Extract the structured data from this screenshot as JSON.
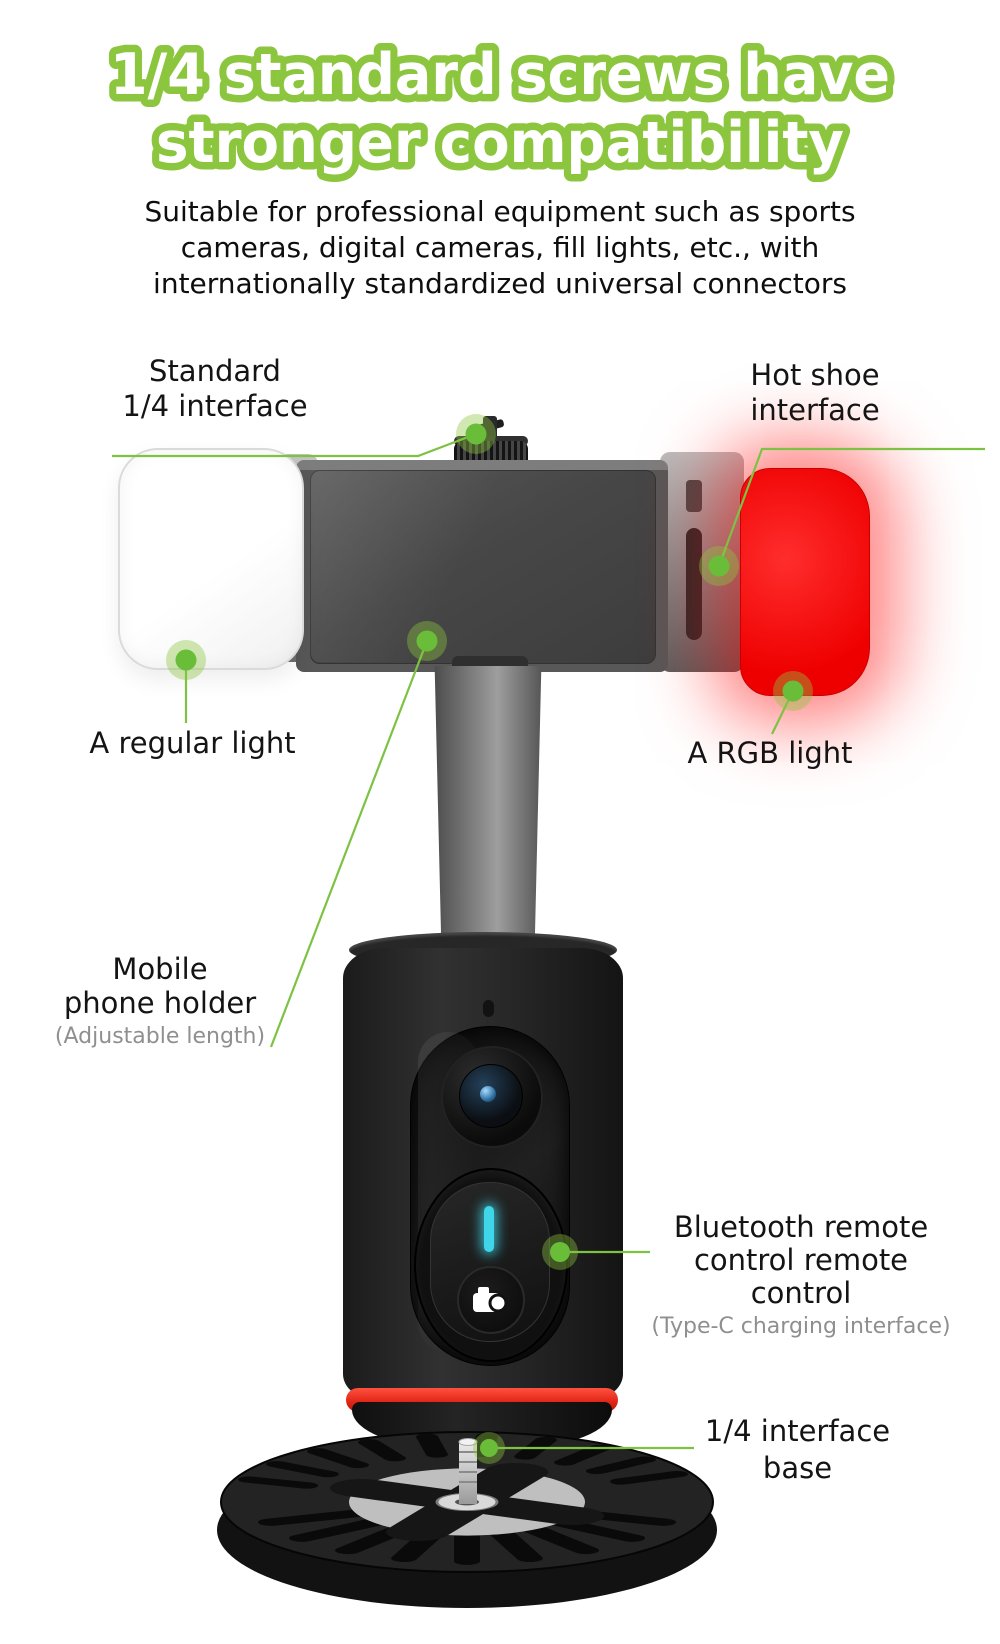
{
  "title": {
    "line1": "1/4 standard screws have",
    "line2": "stronger compatibility",
    "fill": "#ffffff",
    "outline": "#8CC63E"
  },
  "subtitle": {
    "line1": "Suitable for professional equipment such as sports",
    "line2": "cameras, digital cameras, fill lights, etc., with",
    "line3": "internationally standardized universal connectors"
  },
  "callouts": {
    "standard_interface": {
      "line1": "Standard",
      "line2": "1/4 interface"
    },
    "hot_shoe": {
      "line1": "Hot shoe",
      "line2": "interface"
    },
    "regular_light": {
      "label": "A regular light"
    },
    "rgb_light": {
      "label": "A RGB light"
    },
    "phone_holder": {
      "line1": "Mobile",
      "line2": "phone holder",
      "note": "(Adjustable length)"
    },
    "bluetooth_remote": {
      "line1": "Bluetooth remote",
      "line2": "control remote control",
      "note": "(Type-C charging interface)"
    },
    "base": {
      "line1": "1/4 interface",
      "line2": "base"
    }
  },
  "colors": {
    "title_green": "#8CC63E",
    "accent_green": "#7DC242",
    "dot_green": "#69BD39",
    "red_light": "#FF0000",
    "red_ring": "#E8332A",
    "led_cyan": "#3FD6EA",
    "note_gray": "#8F8F8F"
  },
  "icons": {
    "camera_button": "camera-icon",
    "lens": "camera-lens-icon"
  }
}
